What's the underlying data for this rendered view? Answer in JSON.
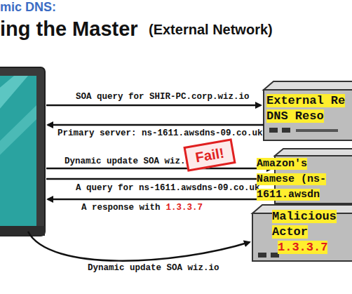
{
  "diagram": {
    "title": "ing the Master",
    "nodes": [
      {
        "text": [
          "External Re DNS Reso"
        ]
      },
      {
        "text": [
          "Fail!"
        ]
      },
      {
        "text": [
          "Amazon's Namese (ns-1611.awsdn"
        ]
      },
      {
        "text": [
          "Malicious Actor",
          "1.3.3.7"
        ]
      }
    ],
    "labels": [
      "mic DNS:",
      "(External Network)",
      "SOA query for SHIR-PC.corp.wiz.io",
      "Primary server: ns-1611.awsdns-09.co.uk",
      "Dynamic update SOA wiz.io",
      "A query for ns-1611.awsdns-09.co.uk",
      "A response with",
      "1.3.3.7",
      "Dynamic update SOA wiz.io"
    ]
  }
}
